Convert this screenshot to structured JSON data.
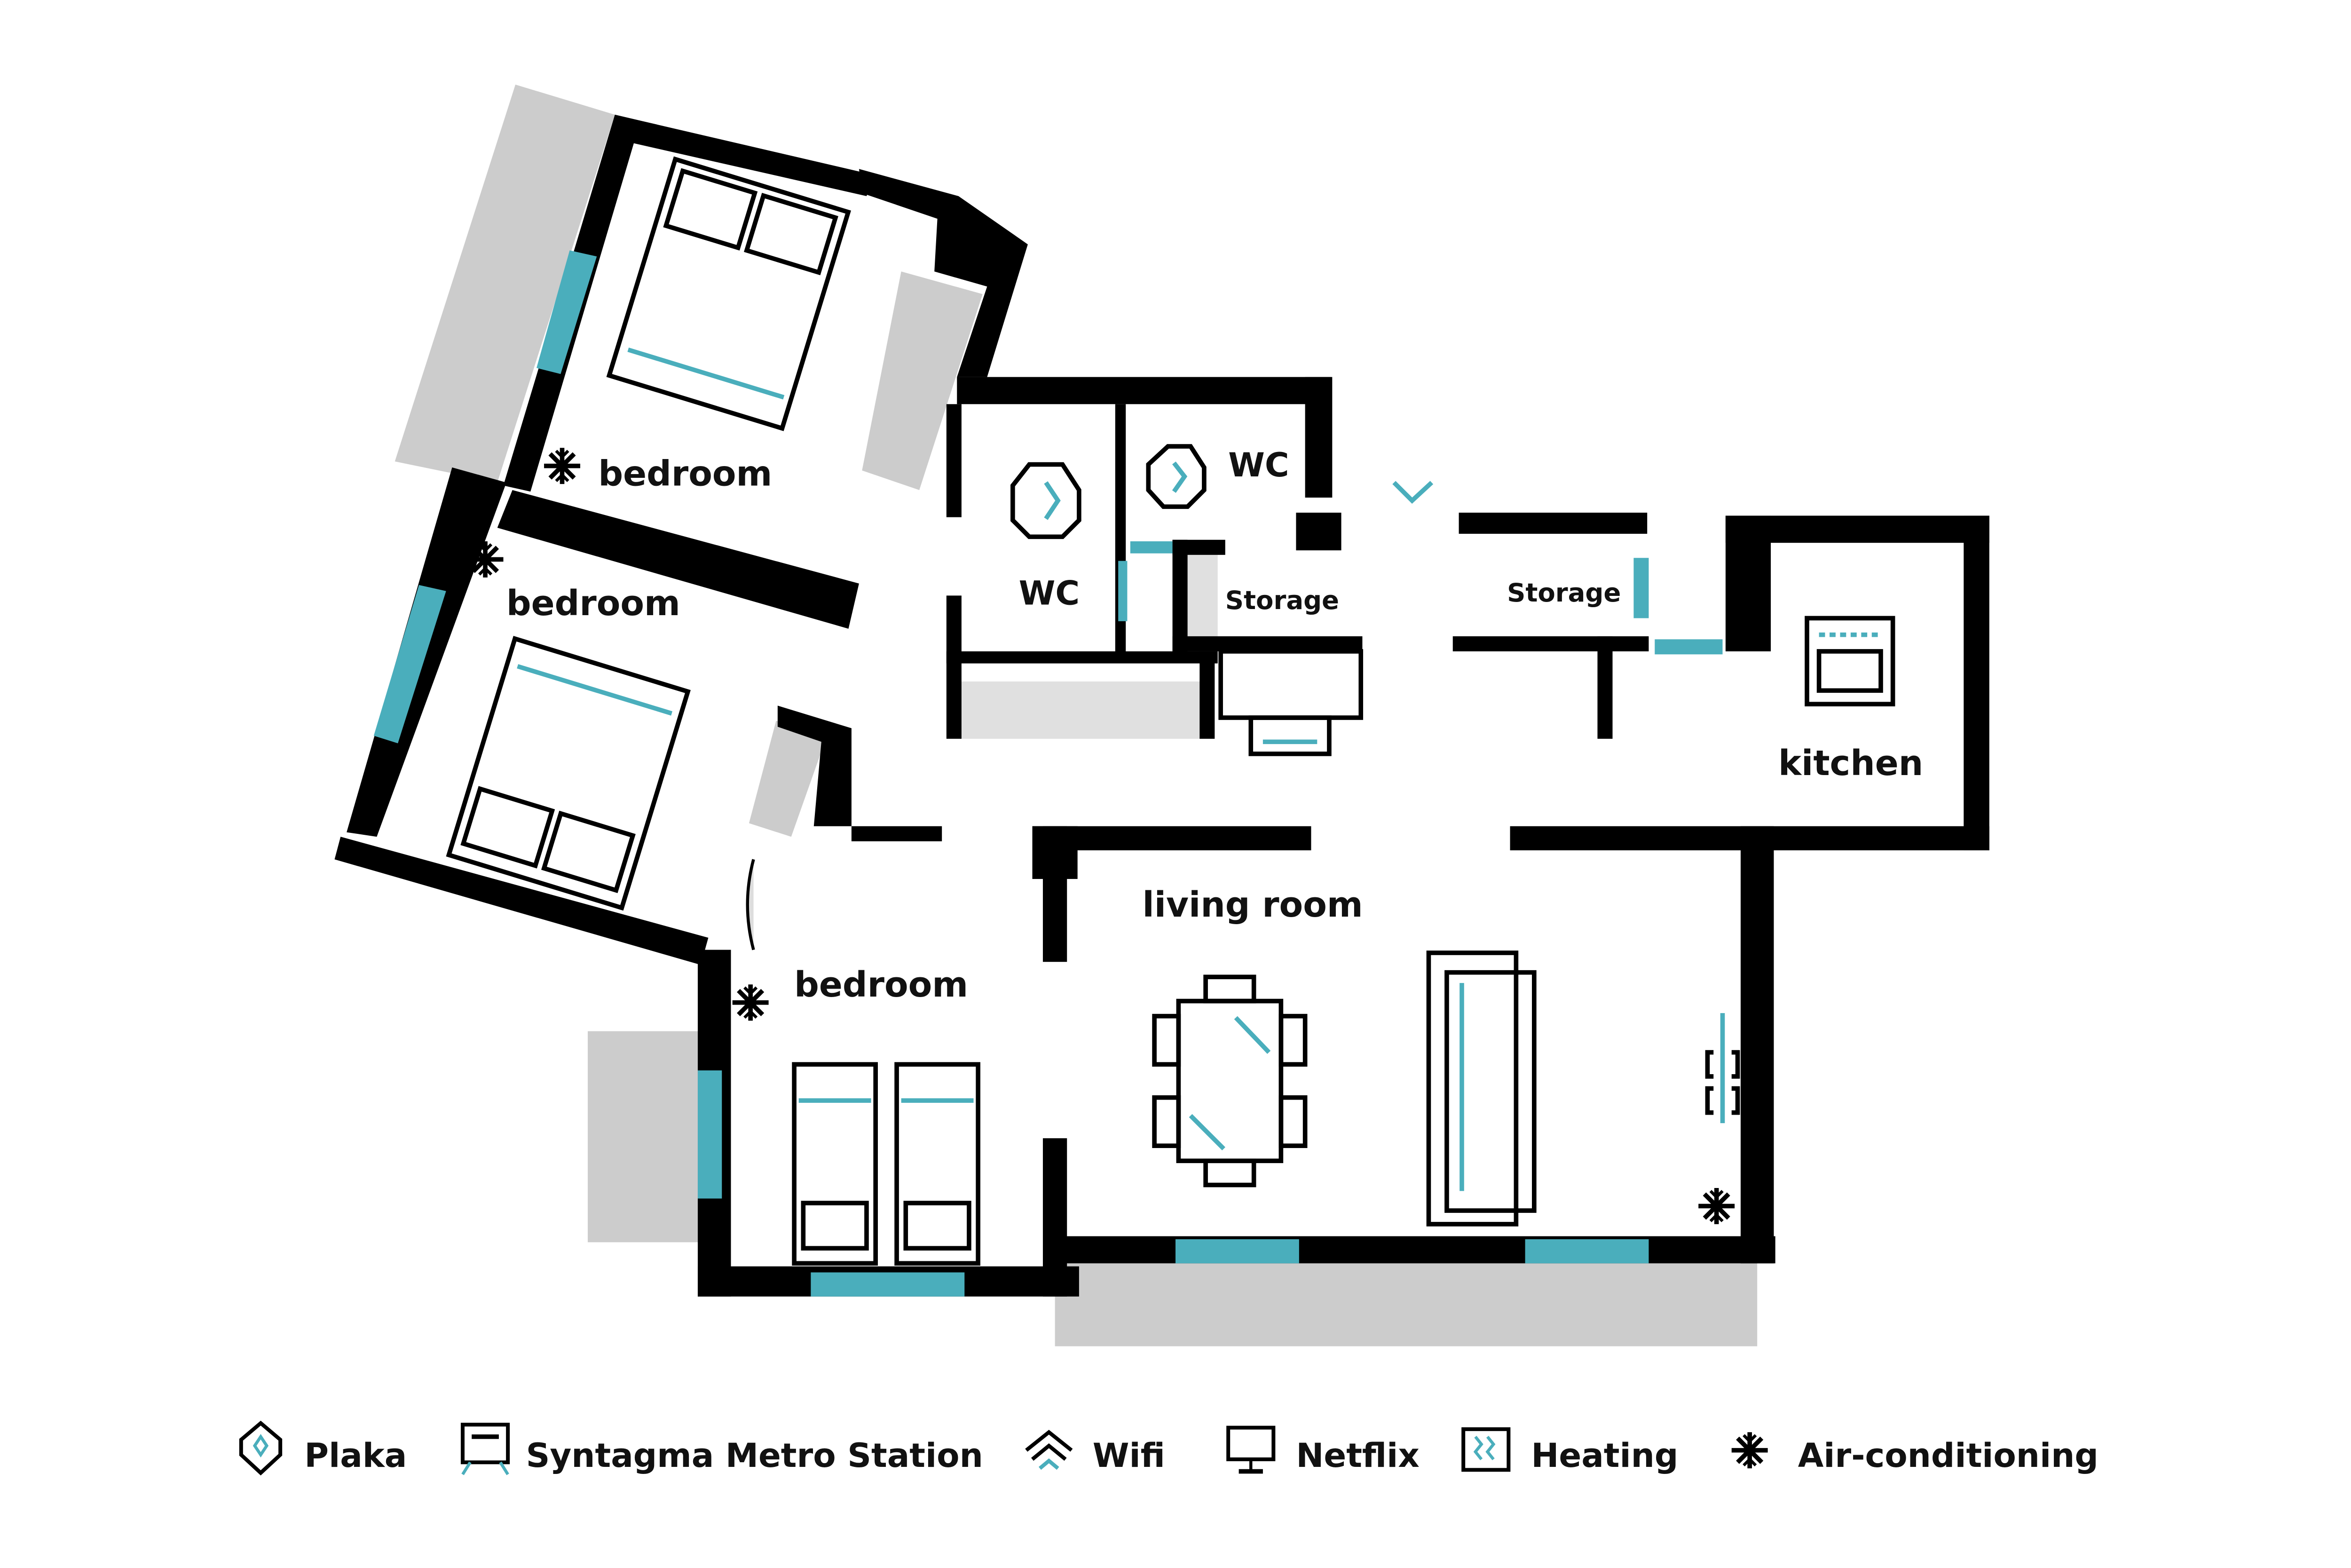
{
  "rooms": {
    "bedroom_1": "bedroom",
    "bedroom_2": "bedroom",
    "bedroom_3": "bedroom",
    "wc_1": "WC",
    "wc_2": "WC",
    "storage_1": "Storage",
    "storage_2": "Storage",
    "kitchen": "kitchen",
    "living_room": "living room"
  },
  "legend": [
    {
      "icon": "location-pin-icon",
      "label": "Plaka"
    },
    {
      "icon": "metro-icon",
      "label": "Syntagma Metro Station"
    },
    {
      "icon": "wifi-icon",
      "label": "Wifi"
    },
    {
      "icon": "tv-icon",
      "label": "Netflix"
    },
    {
      "icon": "radiator-icon",
      "label": "Heating"
    },
    {
      "icon": "snowflake-icon",
      "label": "Air-conditioning"
    }
  ],
  "colors": {
    "accent": "#4aaebc",
    "wall": "#000000",
    "balcony": "#cccccc"
  }
}
